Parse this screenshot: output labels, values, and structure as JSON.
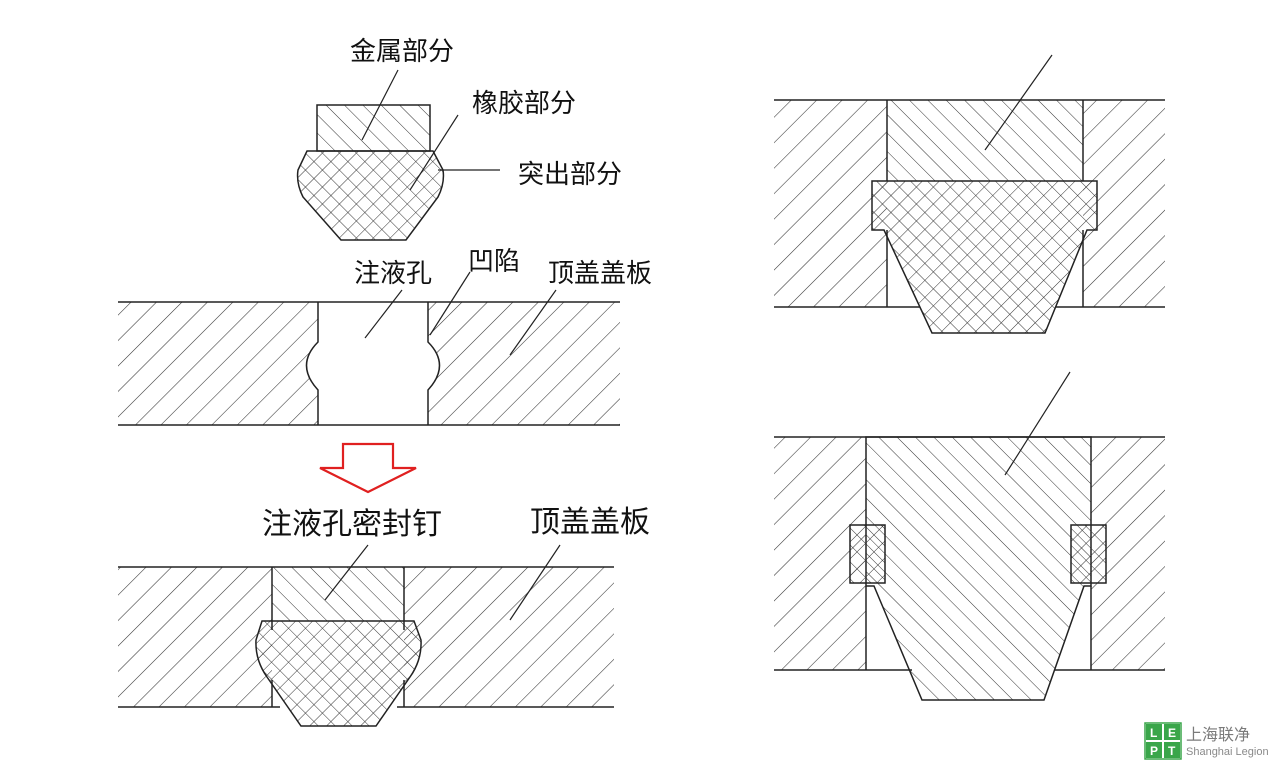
{
  "labels": {
    "metal_part": "金属部分",
    "rubber_part": "橡胶部分",
    "protruding_part": "突出部分",
    "fill_hole": "注液孔",
    "recess": "凹陷",
    "top_cover_plate": "顶盖盖板",
    "seal_nail": "注液孔密封钉",
    "top_cover_plate_2": "顶盖盖板"
  },
  "logo": {
    "letters": [
      "L",
      "E",
      "P",
      "T"
    ],
    "cn": "上海联净",
    "en": "Shanghai Legion",
    "color": "#3aa64a"
  },
  "colors": {
    "line": "#222222",
    "hatch": "#333333",
    "arrow": "#e02020"
  }
}
